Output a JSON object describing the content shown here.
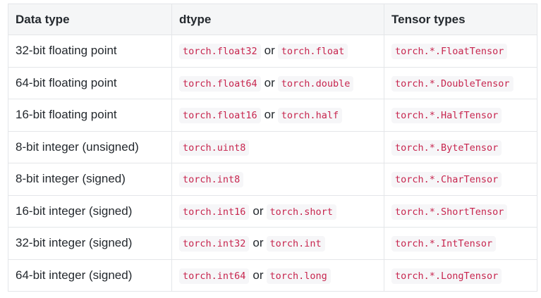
{
  "table": {
    "headers": [
      "Data type",
      "dtype",
      "Tensor types"
    ],
    "connector": "or",
    "rows": [
      {
        "data_type": "32-bit floating point",
        "dtype": [
          "torch.float32",
          "torch.float"
        ],
        "tensor_type": "torch.*.FloatTensor"
      },
      {
        "data_type": "64-bit floating point",
        "dtype": [
          "torch.float64",
          "torch.double"
        ],
        "tensor_type": "torch.*.DoubleTensor"
      },
      {
        "data_type": "16-bit floating point",
        "dtype": [
          "torch.float16",
          "torch.half"
        ],
        "tensor_type": "torch.*.HalfTensor"
      },
      {
        "data_type": "8-bit integer (unsigned)",
        "dtype": [
          "torch.uint8"
        ],
        "tensor_type": "torch.*.ByteTensor"
      },
      {
        "data_type": "8-bit integer (signed)",
        "dtype": [
          "torch.int8"
        ],
        "tensor_type": "torch.*.CharTensor"
      },
      {
        "data_type": "16-bit integer (signed)",
        "dtype": [
          "torch.int16",
          "torch.short"
        ],
        "tensor_type": "torch.*.ShortTensor"
      },
      {
        "data_type": "32-bit integer (signed)",
        "dtype": [
          "torch.int32",
          "torch.int"
        ],
        "tensor_type": "torch.*.IntTensor"
      },
      {
        "data_type": "64-bit integer (signed)",
        "dtype": [
          "torch.int64",
          "torch.long"
        ],
        "tensor_type": "torch.*.LongTensor"
      }
    ]
  }
}
